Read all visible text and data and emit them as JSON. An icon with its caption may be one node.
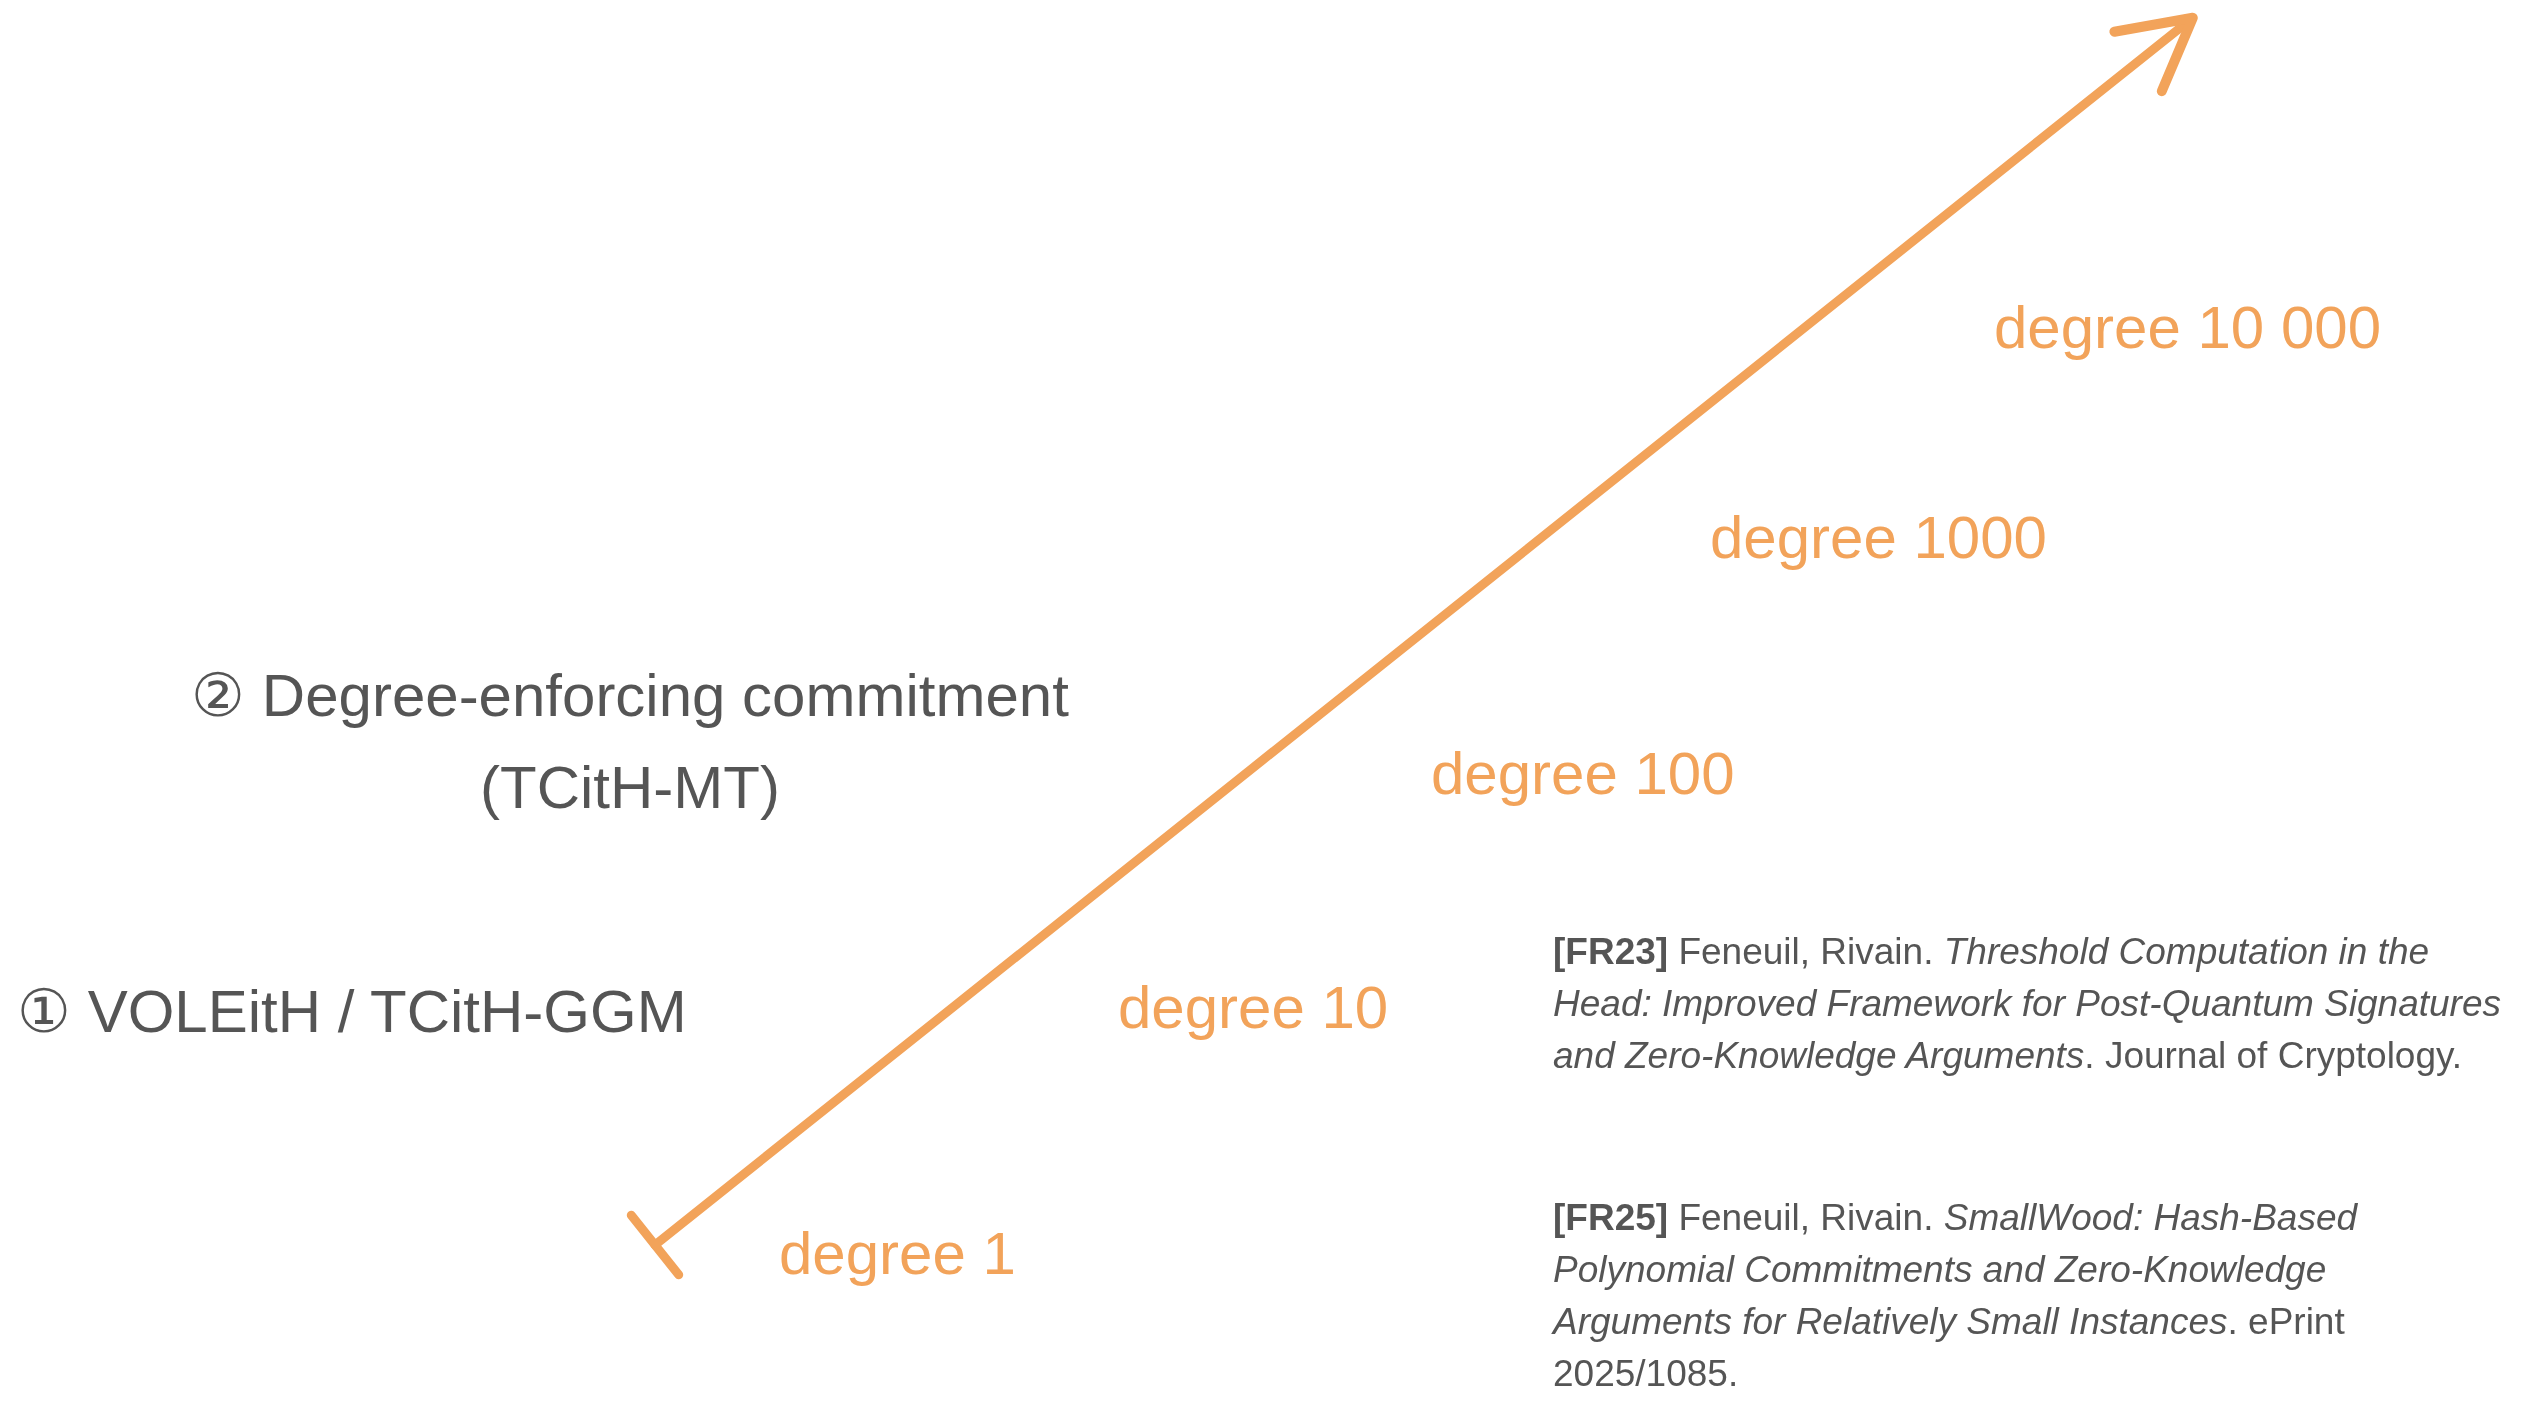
{
  "diagram": {
    "labels": [
      "degree 10 000",
      "degree 1000",
      "② Degree-enforcing commitment (TCitH-MT)",
      "degree 100",
      "① VOLEitH / TCitH-GGM",
      "degree 10",
      "**[FR23]** Feneuil, Rivain. *Threshold Computation in the Head: Improved Framework for Post-Quantum Signatures and Zero-Knowledge Arguments*. Journal of Cryptology.",
      "degree 1",
      "**[FR25]** Feneuil, Rivain. *SmallWood: Hash-Based Polynomial Commitments and Zero-Knowledge Arguments for Relatively Small Instances*. ePrint 2025/1085."
    ]
  }
}
